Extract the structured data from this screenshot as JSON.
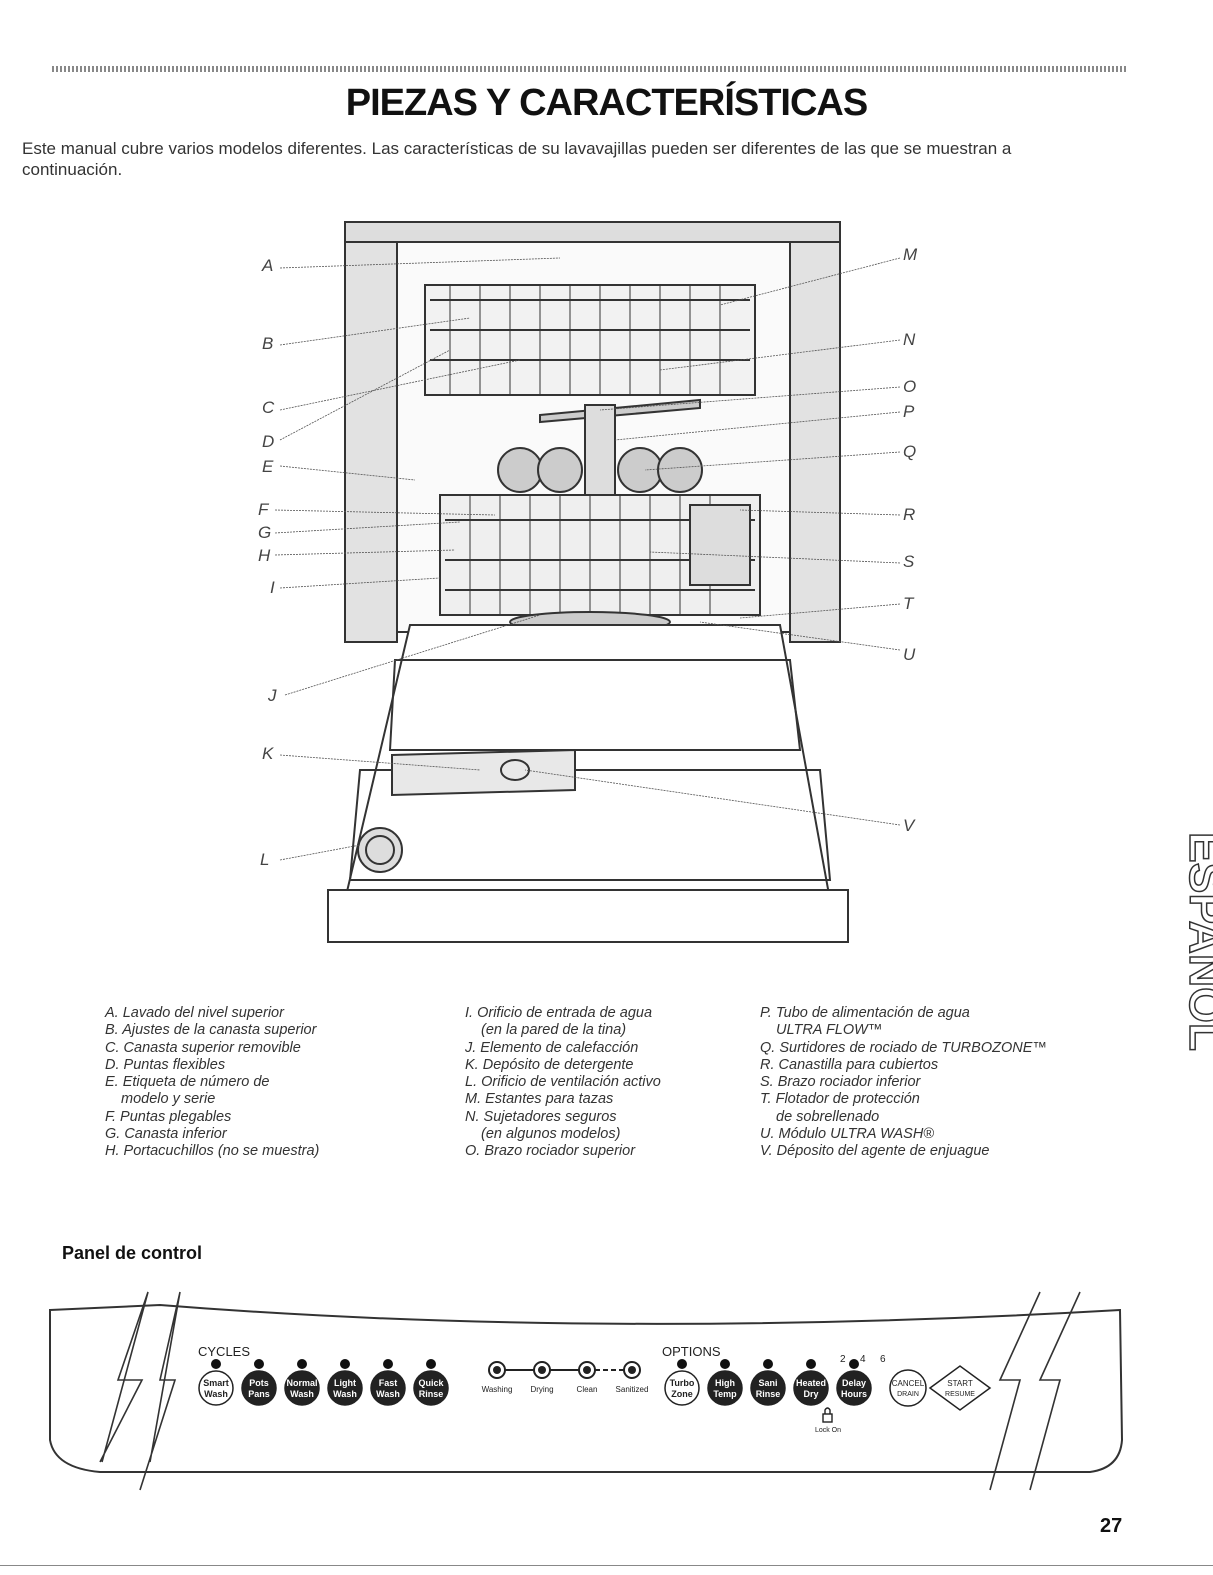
{
  "title": "PIEZAS Y CARACTERÍSTICAS",
  "intro": "Este manual cubre varios modelos diferentes. Las características de su lavavajillas pueden ser diferentes de las que se muestran a continuación.",
  "letters": [
    "A",
    "B",
    "C",
    "D",
    "E",
    "F",
    "G",
    "H",
    "I",
    "J",
    "K",
    "L",
    "M",
    "N",
    "O",
    "P",
    "Q",
    "R",
    "S",
    "T",
    "U",
    "V"
  ],
  "legend": {
    "col1": [
      "A. Lavado del nivel superior",
      "B. Ajustes de la canasta superior",
      "C. Canasta superior removible",
      "D. Puntas flexibles",
      "E. Etiqueta de número de",
      "modelo y serie",
      "F. Puntas plegables",
      "G. Canasta inferior",
      "H. Portacuchillos (no se muestra)"
    ],
    "col2": [
      "I. Orificio de entrada de agua",
      "(en la pared de la tina)",
      "J. Elemento de calefacción",
      "K. Depósito de detergente",
      "L. Orificio de ventilación activo",
      "M. Estantes para tazas",
      "N. Sujetadores seguros",
      "(en algunos modelos)",
      "O. Brazo rociador superior"
    ],
    "col3": [
      "P. Tubo de alimentación de agua",
      "ULTRA FLOW™",
      "Q. Surtidores de rociado de TURBOZONE™",
      "R. Canastilla para cubiertos",
      "S. Brazo rociador inferior",
      "T. Flotador de protección",
      "de sobrellenado",
      "U. Módulo ULTRA WASH®",
      "V. Déposito del agente de enjuague"
    ]
  },
  "panel_heading": "Panel de control",
  "control_panel": {
    "cycles_label": "CYCLES",
    "options_label": "OPTIONS",
    "cycle_buttons": [
      [
        "Smart",
        "Wash"
      ],
      [
        "Pots",
        "Pans"
      ],
      [
        "Normal",
        "Wash"
      ],
      [
        "Light",
        "Wash"
      ],
      [
        "Fast",
        "Wash"
      ],
      [
        "Quick",
        "Rinse"
      ]
    ],
    "status_lights": [
      "Washing",
      "Drying",
      "Clean",
      "Sanitized"
    ],
    "option_buttons": [
      [
        "Turbo",
        "Zone"
      ],
      [
        "High",
        "Temp"
      ],
      [
        "Sani",
        "Rinse"
      ],
      [
        "Heated",
        "Dry"
      ],
      [
        "Delay",
        "Hours"
      ]
    ],
    "delay_numbers": [
      "2",
      "4",
      "6"
    ],
    "cancel": [
      "CANCEL",
      "DRAIN"
    ],
    "start": [
      "START",
      "RESUME"
    ],
    "lock": "Lock On"
  },
  "side_word": "ESPAÑOL",
  "page_number": "27"
}
